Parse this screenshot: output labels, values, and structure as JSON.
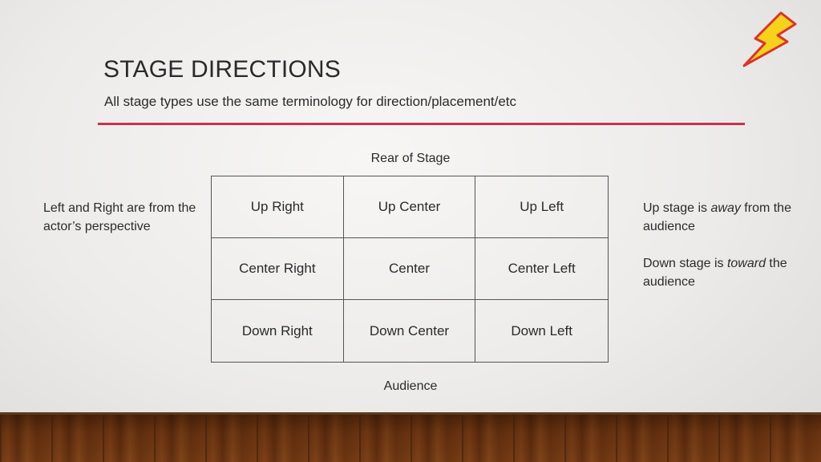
{
  "slide": {
    "title": "STAGE DIRECTIONS",
    "subtitle": "All stage types use the same terminology for direction/placement/etc",
    "accent_color": "#c8324f",
    "decoration_icon": "lightning-bolt-icon"
  },
  "stage": {
    "rear_label": "Rear of Stage",
    "audience_label": "Audience",
    "grid": [
      [
        "Up Right",
        "Up Center",
        "Up Left"
      ],
      [
        "Center Right",
        "Center",
        "Center Left"
      ],
      [
        "Down Right",
        "Down Center",
        "Down Left"
      ]
    ]
  },
  "notes": {
    "left": "Left and Right are from the actor’s perspective",
    "right_1": {
      "before": "Up stage is ",
      "emphasis": "away",
      "after": " from the audience"
    },
    "right_2": {
      "before": "Down stage is ",
      "emphasis": "toward",
      "after": " the audience"
    }
  }
}
